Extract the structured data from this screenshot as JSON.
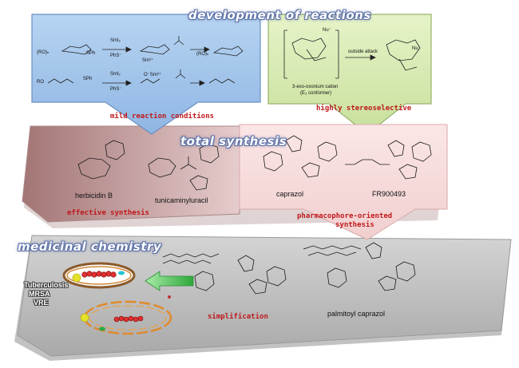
{
  "sections": {
    "development": "development of reactions",
    "total": "total synthesis",
    "medicinal": "medicinal chemistry"
  },
  "subtitles": {
    "mild": "mild reaction conditions",
    "stereo": "highly stereoselective",
    "effective": "effective synthesis",
    "pharma_1": "pharmacophore-oriented",
    "pharma_2": "synthesis",
    "simplification": "simplification"
  },
  "compounds": {
    "herbicidin": "herbicidin B",
    "tunicaminyluracil": "tunicaminyluracil",
    "caprazol": "caprazol",
    "fr900493": "FR900493",
    "palmitoyl": "palmitoyl caprazol"
  },
  "diseases": [
    "Tuberculosis",
    "MRSA",
    "VRE"
  ],
  "reaction_labels": {
    "smi2_a": "SmI₂",
    "phs": "PhS⁻",
    "smi2_b": "SmI₂",
    "phs_b": "PhS⁻",
    "ro_1": "(RO)ₙ",
    "sph_1": "SPh",
    "sm3": "Sm³⁺",
    "ro_2": "(RO)ₙ",
    "ro_3": "RO",
    "sph_2": "SPh",
    "sm3_b": "O⁻Sm³⁺",
    "nu_1": "Nu⁻",
    "outside": "outside attack",
    "nu_2": "Nu",
    "oxo_1": "3-exo-oxonium cation",
    "oxo_2": "(E₃ conformer)"
  },
  "colors": {
    "blue_panel": "#9ec3ea",
    "green_panel": "#d8ebb2",
    "pink_panel": "#f4d6d6",
    "brown_panel": "#b98d8d",
    "grey_panel": "#bdbdbd",
    "accent_red": "#c0181b",
    "green_arrow": "#3fbf4a"
  }
}
